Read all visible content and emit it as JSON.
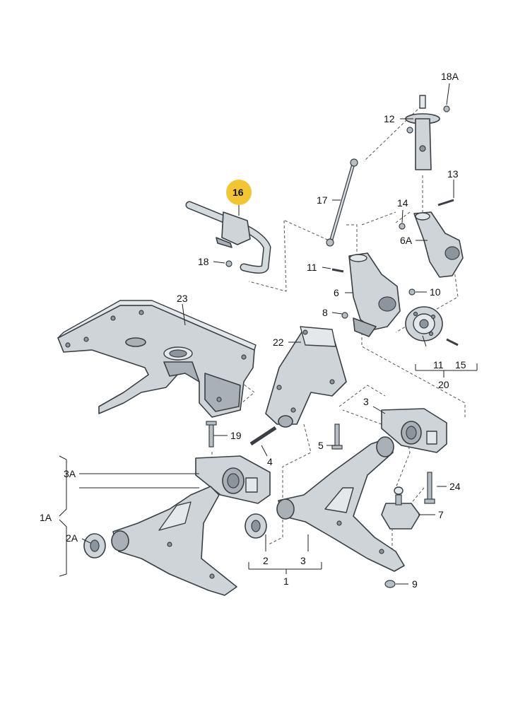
{
  "callouts": {
    "c18A": "18A",
    "c12": "12",
    "c13": "13",
    "c14": "14",
    "c6A": "6A",
    "c16": "16",
    "c17": "17",
    "c18": "18",
    "c11a": "11",
    "c6": "6",
    "c10": "10",
    "c8": "8",
    "c23": "23",
    "c22": "22",
    "c11b": "11",
    "c15": "15",
    "c20": "20",
    "c3a": "3",
    "c19": "19",
    "c4": "4",
    "c5": "5",
    "c24": "24",
    "c3A": "3A",
    "c1A": "1A",
    "c7": "7",
    "c2A": "2A",
    "c2": "2",
    "c3b": "3",
    "c1": "1",
    "c9": "9"
  },
  "colors": {
    "highlight": "#f2c531",
    "part_fill": "#cfd4d8",
    "line": "#222222"
  }
}
